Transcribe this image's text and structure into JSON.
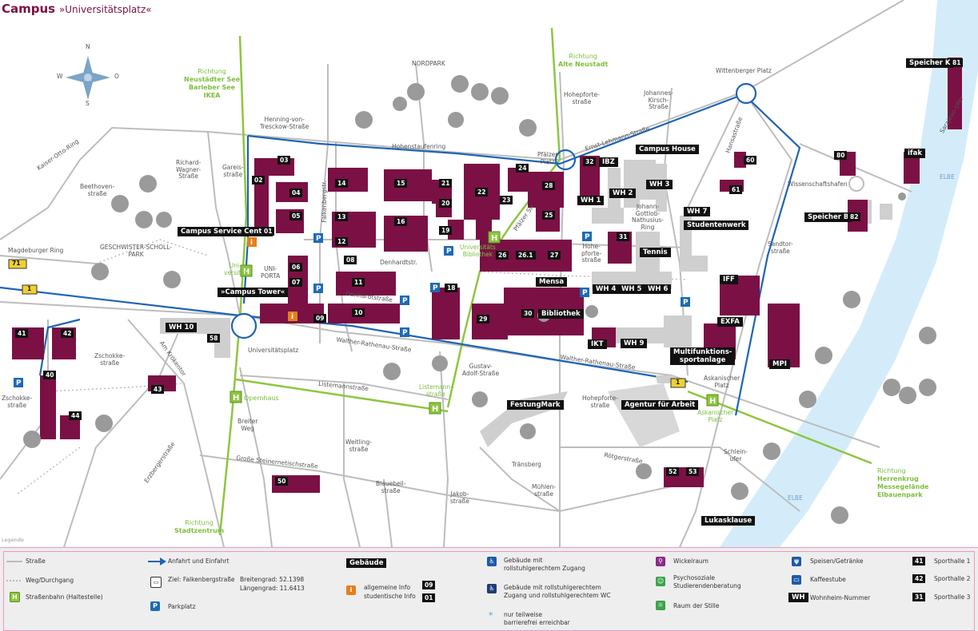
{
  "header": {
    "title": "Campus",
    "subtitle": "»Universitätsplatz«"
  },
  "compass": {
    "n": "N",
    "s": "S",
    "w": "W",
    "o": "O"
  },
  "directions": {
    "north_west": [
      "Richtung",
      "Neustädter See",
      "Barleber See",
      "IKEA"
    ],
    "north": [
      "Richtung",
      "Alte Neustadt"
    ],
    "south": [
      "Richtung",
      "Stadtzentrum"
    ],
    "east": [
      "Richtung",
      "Herrenkrug",
      "Messegelände",
      "Elbauenpark"
    ]
  },
  "streets": {
    "nordpark": "NORDPARK",
    "henning": "Henning-von-\nTresckow-Straße",
    "hohenstaufen": "Hohenstaufenring",
    "hohepforte1": "Hohepforte-\nstraße",
    "hohepforte2": "Hohe-\npforte-\nstraße",
    "hohepforte3": "Hohepforte-\nstraße",
    "johannes": "Johannes-\nKirsch-\nStraße",
    "wittenberger": "Wittenberger Platz",
    "ernst": "Ernst-Lehmann-Straße",
    "hansa": "Hansastraße",
    "sarajevo": "Sarajevo-Ufer",
    "wissenschaftshafen": "Wissenschaftshafen",
    "kaiser": "Kaiser-Otto-Ring",
    "richard": "Richard-\nWagner-\nStraße",
    "gareis": "Gareis-\nstraße",
    "falken": "Falkenbergstr.",
    "beethoven": "Beethoven-\nstraße",
    "geschwister": "GESCHWISTER-SCHOLL-\nPARK",
    "magdeburger": "Magdeburger Ring",
    "denhardt1": "Denhardtstr.",
    "denhardt2": "Denhardtstraße",
    "pfaelzer_platz": "Pfälzer\nPlatz",
    "pfaelzer_str": "Pfälzer Str.",
    "johann": "Johann-\nGottlob-\nNathusius-\nRing",
    "sandtor": "Sandtor-\nstraße",
    "walther1": "Walther-Rathenau-Straße",
    "walther2": "Walther-Rathenau-Straße",
    "universitaetsplatz": "Universitätsplatz",
    "zschokke1": "Zschokke-\nstraße",
    "zschokke2": "Zschokke-\nstraße",
    "krokentor": "Am Krökentor",
    "erzberger": "Erzbergerstraße",
    "breiter": "Breiter\nWeg",
    "listemann": "Listemannstraße",
    "weitling": "Weitling-\nstraße",
    "steinernetisch": "Große Steinernetischstraße",
    "blauebeil": "Blauebeil-\nstraße",
    "jakob": "Jakob-\nstraße",
    "muehlen": "Mühlen-\nstraße",
    "traensberg": "Tränsberg",
    "roetger": "Rötgerstraße",
    "schleinufer": "Schlein-\nufer",
    "askanischer": "Askanischer\nPlatz",
    "gustav": "Gustav-\nAdolf-Straße",
    "elbe1": "ELBE",
    "elbe2": "ELBE",
    "uniporta": "UNI-\nPORTA"
  },
  "stops": {
    "universitaet": "Uni-\nversität",
    "bibliothek": "Universitäts\nBibliothek",
    "opernhaus": "Opernhaus",
    "listemann": "Listemann-\nstraße",
    "askanischer": "Askanischer\nPlatz"
  },
  "labels": {
    "campus_house": "Campus House",
    "campus_service": "Campus Service Center",
    "campus_tower": "»Campus Tower«",
    "studentenwerk": "Studentenwerk",
    "tennis": "Tennis",
    "mensa": "Mensa",
    "bibliothek": "Bibliothek",
    "festungmark": "FestungMark",
    "agentur": "Agentur für Arbeit",
    "multifunktion": "Multifunktions-\nsportanlage",
    "lukasklause": "Lukasklause",
    "speicher_k": "Speicher K",
    "speicher_b": "Speicher B",
    "ifak": "ifak",
    "iff": "IFF",
    "exfa": "EXFA",
    "mpi": "MPI",
    "ibz": "IBZ",
    "ikt": "IKT"
  },
  "buildings": [
    "01",
    "02",
    "03",
    "04",
    "05",
    "06",
    "07",
    "08",
    "09",
    "10",
    "11",
    "12",
    "13",
    "14",
    "15",
    "16",
    "18",
    "19",
    "20",
    "21",
    "22",
    "23",
    "24",
    "25",
    "26",
    "26.1",
    "27",
    "28",
    "29",
    "30",
    "31",
    "32",
    "40",
    "41",
    "42",
    "43",
    "44",
    "50",
    "52",
    "53",
    "58",
    "60",
    "61",
    "80",
    "81",
    "82"
  ],
  "wh": [
    "WH 1",
    "WH 2",
    "WH 3",
    "WH 4",
    "WH 5",
    "WH 6",
    "WH 7",
    "WH 9",
    "WH 10"
  ],
  "roads": {
    "r71": "71",
    "r1a": "1",
    "r1b": "1"
  },
  "legend": {
    "title": "Legende",
    "strasse": "Straße",
    "weg": "Weg/Durchgang",
    "strassenbahn": "Straßenbahn (Haltestelle)",
    "anfahrt": "Anfahrt und Einfahrt",
    "ziel_label": "Ziel: Falkenbergstraße",
    "breite": "Breitengrad: 52.1398",
    "laenge": "Längengrad: 11.6413",
    "parkplatz": "Parkplatz",
    "gebaeude": "Gebäude",
    "allgemeine": "allgemeine Info",
    "studentische": "studentische Info",
    "num09": "09",
    "num01": "01",
    "rollstuhl": "Gebäude mit\nrollstuhlgerechtem Zugang",
    "rollstuhl_wc": "Gebäude mit rollstuhlgerechtem\nZugang und rollstuhlgerechtem WC",
    "teilweise": "nur teilweise\nbarrierefrei erreichbar",
    "wickelraum": "Wickelraum",
    "psycho": "Psychosoziale\nStudierendenberatung",
    "stille": "Raum der Stille",
    "speisen": "Speisen/Getränke",
    "kaffee": "Kaffeestube",
    "wohnheim": "Wohnheim-Nummer",
    "wh_icon": "WH",
    "sh1_num": "41",
    "sh1": "Sporthalle 1",
    "sh2_num": "42",
    "sh2": "Sporthalle 2",
    "sh3_num": "31",
    "sh3": "Sporthalle 3"
  },
  "colors": {
    "building": "#7b1044",
    "route": "#1e64b4",
    "tram": "#8dc63f",
    "river": "#d4ecfa",
    "road": "#b9b9b9",
    "legend_border": "#e79ac0"
  }
}
